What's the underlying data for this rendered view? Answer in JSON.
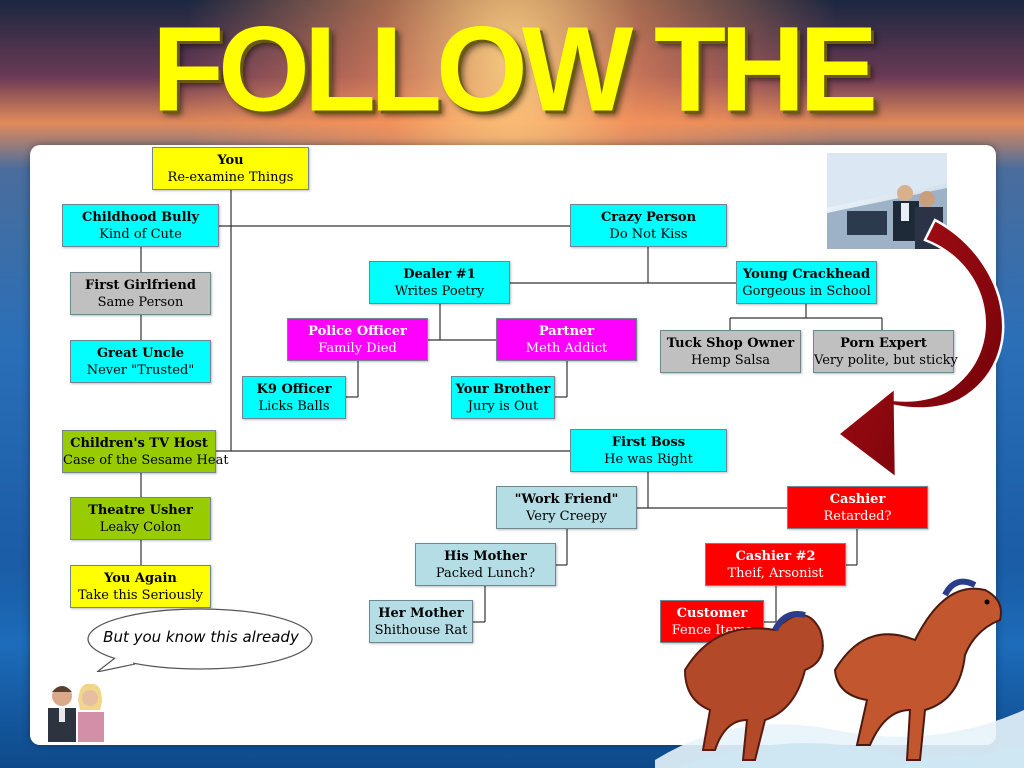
{
  "title": "FOLLOW THE TRAIL",
  "speech_bubble": "But you know this already",
  "colors": {
    "yellow": "#ffff00",
    "cyan": "#00ffff",
    "grey": "#c0c0c0",
    "green": "#99cc00",
    "magenta": "#ff00ff",
    "lightblue": "#b4dde6",
    "red": "#ff0000",
    "arrow": "#7a0008"
  },
  "nodes": {
    "you": {
      "title": "You",
      "sub": "Re-examine Things"
    },
    "bully": {
      "title": "Childhood Bully",
      "sub": "Kind of Cute"
    },
    "girlfriend": {
      "title": "First Girlfriend",
      "sub": "Same Person"
    },
    "uncle": {
      "title": "Great Uncle",
      "sub": "Never \"Trusted\""
    },
    "tvhost": {
      "title": "Children's TV Host",
      "sub": "Case of the Sesame Heat"
    },
    "usher": {
      "title": "Theatre Usher",
      "sub": "Leaky Colon"
    },
    "youagain": {
      "title": "You Again",
      "sub": "Take this Seriously"
    },
    "crazy": {
      "title": "Crazy Person",
      "sub": "Do Not Kiss"
    },
    "dealer": {
      "title": "Dealer #1",
      "sub": "Writes Poetry"
    },
    "crackhead": {
      "title": "Young Crackhead",
      "sub": "Gorgeous in School"
    },
    "police": {
      "title": "Police Officer",
      "sub": "Family Died"
    },
    "partner": {
      "title": "Partner",
      "sub": "Meth Addict"
    },
    "k9": {
      "title": "K9 Officer",
      "sub": "Licks Balls"
    },
    "brother": {
      "title": "Your Brother",
      "sub": "Jury is Out"
    },
    "tuck": {
      "title": "Tuck Shop Owner",
      "sub": "Hemp Salsa"
    },
    "porn": {
      "title": "Porn Expert",
      "sub": "Very polite, but sticky"
    },
    "boss": {
      "title": "First Boss",
      "sub": "He was Right"
    },
    "workfriend": {
      "title": "\"Work Friend\"",
      "sub": "Very Creepy"
    },
    "hismother": {
      "title": "His Mother",
      "sub": "Packed Lunch?"
    },
    "hermother": {
      "title": "Her Mother",
      "sub": "Shithouse Rat"
    },
    "cashier": {
      "title": "Cashier",
      "sub": "Retarded?"
    },
    "cashier2": {
      "title": "Cashier #2",
      "sub": "Theif, Arsonist"
    },
    "customer": {
      "title": "Customer",
      "sub": "Fence Items"
    }
  }
}
